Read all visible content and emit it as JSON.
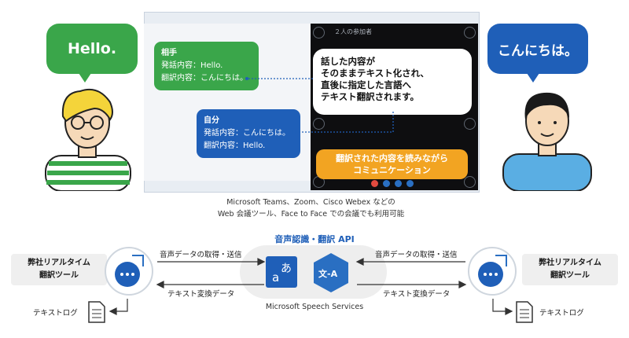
{
  "left_bubble": {
    "text": "Hello."
  },
  "right_bubble": {
    "text": "こんにちは。"
  },
  "panel": {
    "participants": "２人の参加者",
    "other_card": {
      "title": "相手",
      "line1": "発話内容：Hello.",
      "line2": "翻訳内容：こんにちは。"
    },
    "self_card": {
      "title": "自分",
      "line1": "発話内容：こんにちは。",
      "line2": "翻訳内容：Hello."
    },
    "callout": [
      "話した内容が",
      "そのままテキスト化され、",
      "直後に指定した言語へ",
      "テキスト翻訳されます。"
    ],
    "orange_box": [
      "翻訳された内容を読みながら",
      "コミュニケーション"
    ]
  },
  "caption": [
    "Microsoft Teams、Zoom、Cisco Webex などの",
    "Web 会議ツール、Face to Face での会議でも利用可能"
  ],
  "flow": {
    "api_title": "音声認識・翻訳 API",
    "service_label": "Microsoft Speech Services",
    "tool_label": [
      "弊社リアルタイム",
      "翻訳ツール"
    ],
    "send_label": "音声データの取得・送信",
    "return_label": "テキスト変換データ",
    "log_label": "テキストログ",
    "translator_glyph": "あ",
    "translator_glyph2": "a",
    "text_icon_glyph": "文-A"
  },
  "colors": {
    "green": "#3aa64a",
    "blue": "#1f5fb8",
    "orange": "#f2a422",
    "dark": "#0e0e10"
  }
}
